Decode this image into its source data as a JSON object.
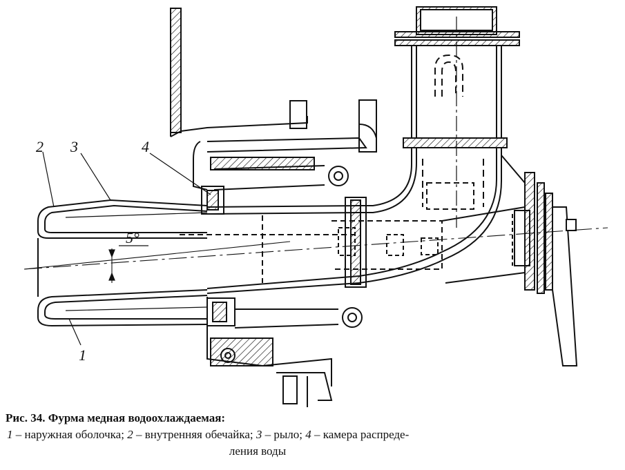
{
  "figure": {
    "labels": {
      "part1": "1",
      "part2": "2",
      "part3": "3",
      "part4": "4",
      "angle": "5°"
    },
    "caption": {
      "title": "Рис. 34. Фурма медная водоохлаждаемая:",
      "legend": [
        {
          "num": "1",
          "text": " – наружная оболочка; "
        },
        {
          "num": "2",
          "text": " – внутренняя обечайка; "
        },
        {
          "num": "3",
          "text": " – рыло; "
        },
        {
          "num": "4",
          "text": " – камера распреде-"
        }
      ],
      "continuation": "ления воды"
    }
  }
}
